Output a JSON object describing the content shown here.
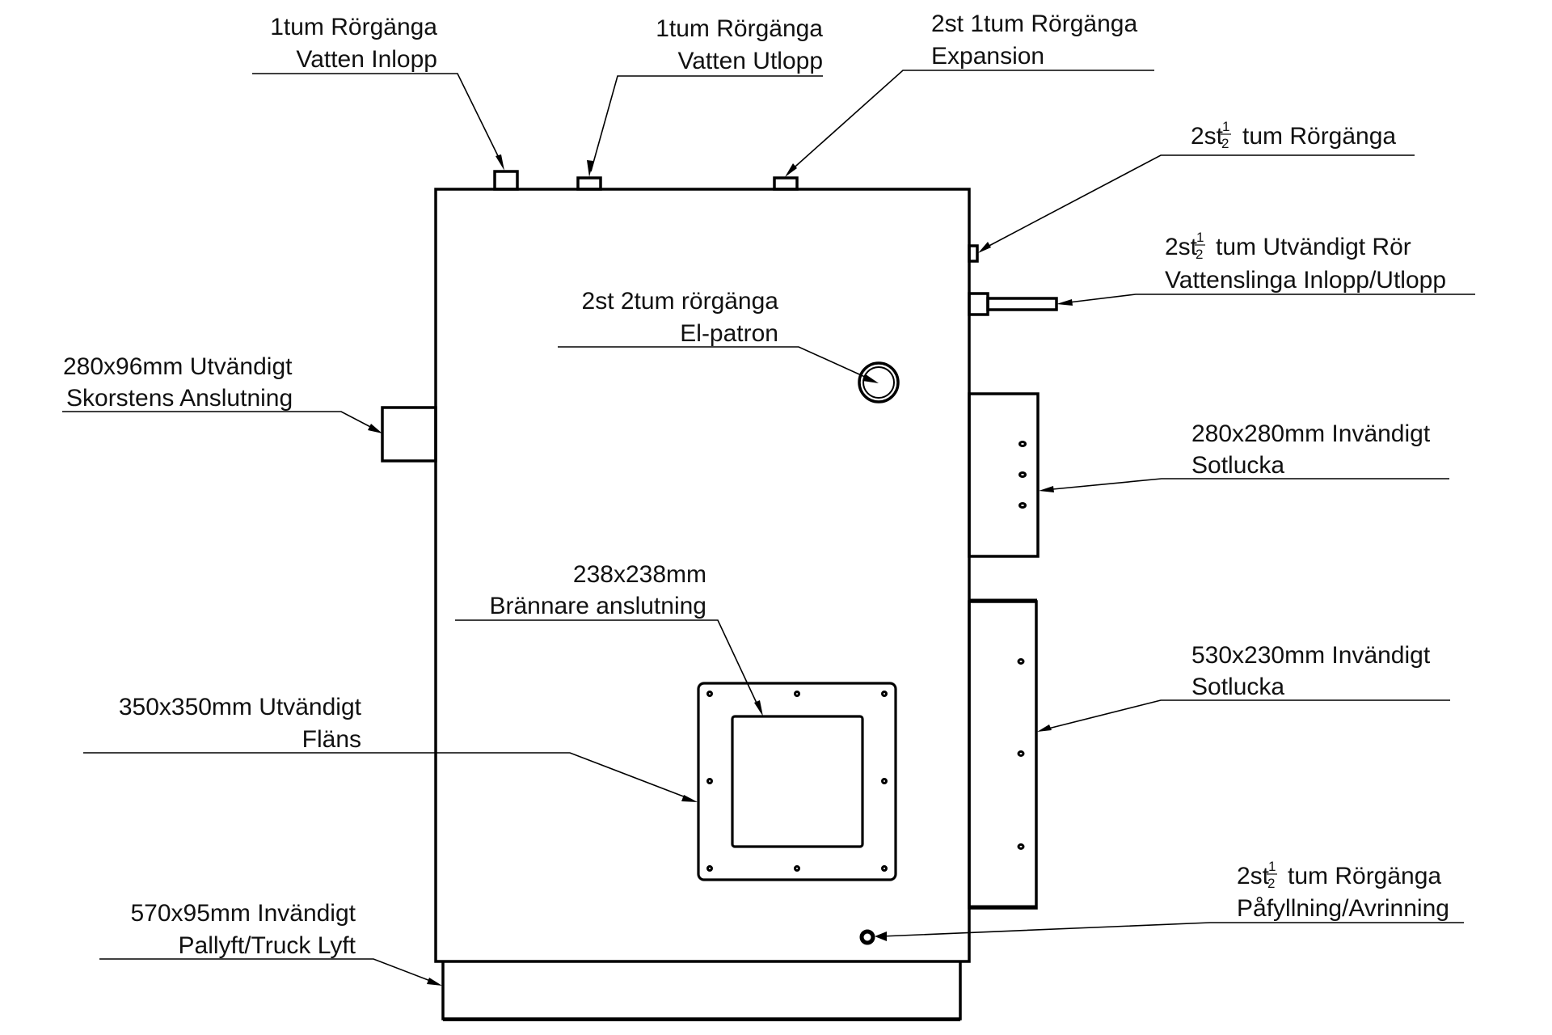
{
  "diagram": {
    "title": "Boiler connection drawing",
    "line_color": "#000000",
    "background": "#ffffff"
  },
  "labels": {
    "water_inlet": {
      "line1": "1tum Rörgänga",
      "line2": "Vatten Inlopp"
    },
    "water_outlet": {
      "line1": "1tum Rörgänga",
      "line2": "Vatten Utlopp"
    },
    "expansion": {
      "line1": "2st 1tum Rörgänga",
      "line2": "Expansion"
    },
    "half_inch_thread": {
      "prefix": "2st",
      "fraction_num": "1",
      "fraction_den": "2",
      "suffix": "tum Rörgänga"
    },
    "coil": {
      "prefix": "2st",
      "fraction_num": "1",
      "fraction_den": "2",
      "suffix": "tum Utvändigt Rör",
      "line2": "Vattenslinga Inlopp/Utlopp"
    },
    "el_patron": {
      "line1": "2st 2tum rörgänga",
      "line2": "El-patron"
    },
    "chimney": {
      "line1": "280x96mm Utvändigt",
      "line2": "Skorstens Anslutning"
    },
    "soot_door_small": {
      "line1": "280x280mm Invändigt",
      "line2": "Sotlucka"
    },
    "burner": {
      "line1": "238x238mm",
      "line2": "Brännare anslutning"
    },
    "soot_door_large": {
      "line1": "530x230mm Invändigt",
      "line2": "Sotlucka"
    },
    "flange": {
      "line1": "350x350mm Utvändigt",
      "line2": "Fläns"
    },
    "fill_drain": {
      "prefix": "2st",
      "fraction_num": "1",
      "fraction_den": "2",
      "suffix": "tum Rörgänga",
      "line2": "Påfyllning/Avrinning"
    },
    "pallet": {
      "line1": "570x95mm Invändigt",
      "line2": "Pallyft/Truck Lyft"
    }
  }
}
